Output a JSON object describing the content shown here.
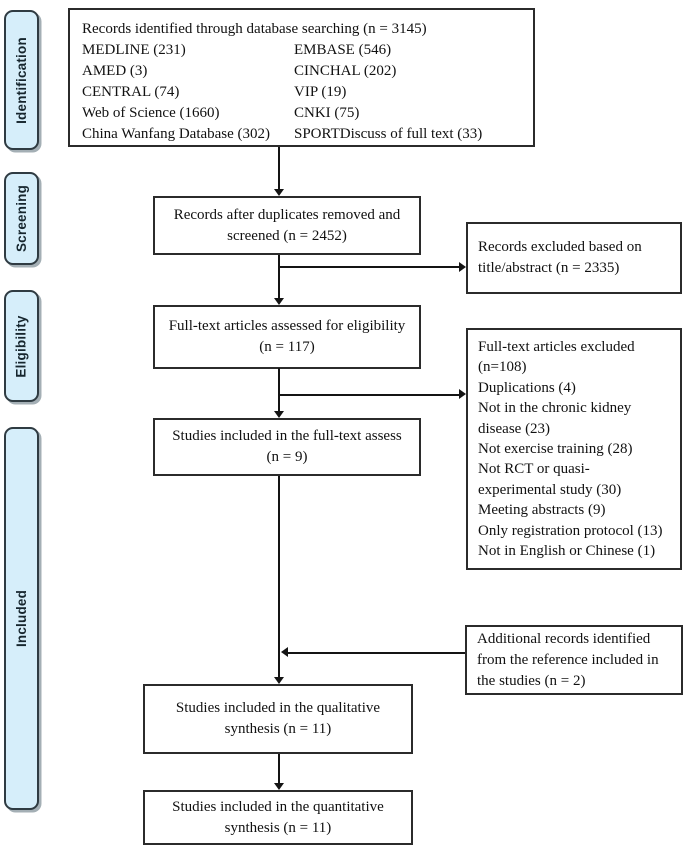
{
  "figure_type": "PRISMA flow diagram",
  "stages": [
    {
      "label": "Identification"
    },
    {
      "label": "Screening"
    },
    {
      "label": "Eligibility"
    },
    {
      "label": "Included"
    }
  ],
  "boxes": {
    "records_identified": {
      "title": "Records identified through database searching (n = 3145)",
      "databases": [
        {
          "left": "MEDLINE (231)",
          "right": "EMBASE (546)"
        },
        {
          "left": "AMED (3)",
          "right": "CINCHAL (202)"
        },
        {
          "left": "CENTRAL (74)",
          "right": "VIP (19)"
        },
        {
          "left": "Web of Science (1660)",
          "right": "CNKI (75)"
        },
        {
          "left": "China Wanfang Database (302)",
          "right": "SPORTDiscuss of full text (33)"
        }
      ]
    },
    "duplicates_removed": {
      "text": "Records after duplicates removed and\nscreened (n = 2452)"
    },
    "records_excluded": {
      "text": "Records excluded based on\ntitle/abstract (n = 2335)"
    },
    "fulltext_assessed": {
      "text": "Full-text articles assessed for eligibility\n(n = 117)"
    },
    "fulltext_excluded": {
      "items": [
        "Full-text articles excluded\n(n=108)",
        "Duplications (4)",
        "Not in the chronic kidney\ndisease (23)",
        "Not exercise training (28)",
        "Not RCT or quasi-\nexperimental study (30)",
        "Meeting abstracts (9)",
        "Only registration protocol (13)",
        "Not in English or Chinese (1)"
      ]
    },
    "fulltext_included": {
      "text": "Studies included in the full-text assess\n(n = 9)"
    },
    "additional_records": {
      "text": "Additional records identified\nfrom the reference included in\nthe studies (n = 2)"
    },
    "qualitative_synthesis": {
      "text": "Studies included in the qualitative\nsynthesis (n = 11)"
    },
    "quantitative_synthesis": {
      "text": "Studies included in the quantitative\nsynthesis (n = 11)"
    }
  },
  "colors": {
    "stage_fill": "#d6eefa",
    "stage_border": "#2f3b42",
    "box_border": "#2b2b2b",
    "line": "#141414",
    "background": "#ffffff"
  }
}
